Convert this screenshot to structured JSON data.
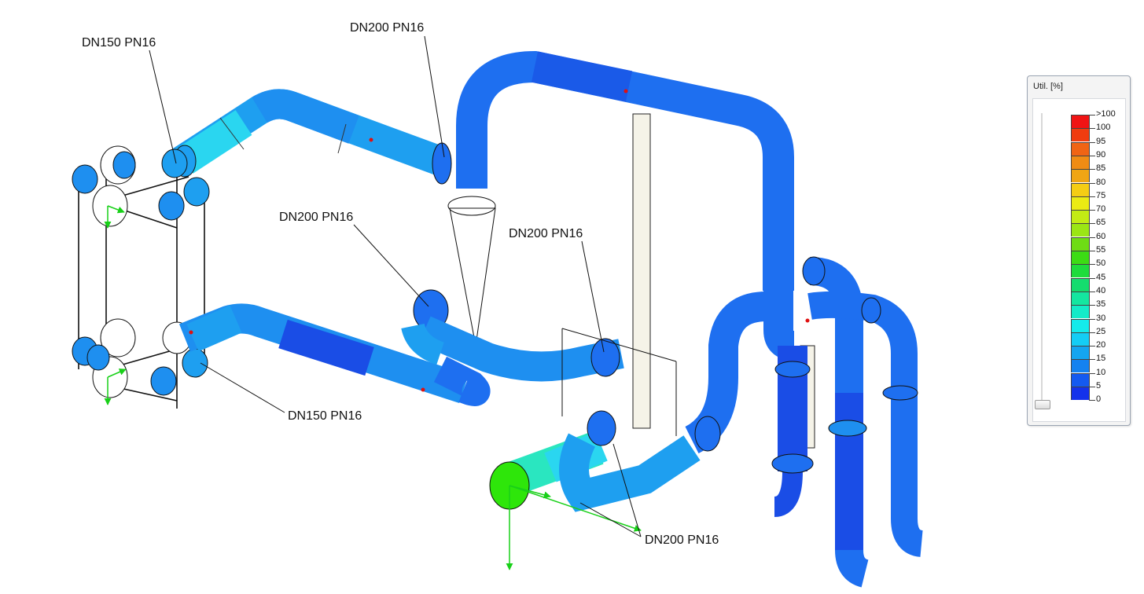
{
  "callouts": {
    "dn150_top": "DN150 PN16",
    "dn200_top": "DN200 PN16",
    "dn200_mid": "DN200 PN16",
    "dn200_right": "DN200 PN16",
    "dn150_bottom": "DN150 PN16",
    "dn200_bottom": "DN200 PN16"
  },
  "legend": {
    "title": "Util. [%]",
    "levels": [
      {
        "label": ">100",
        "color": "#f01414"
      },
      {
        "label": "100",
        "color": "#f03c0f"
      },
      {
        "label": "95",
        "color": "#f06414"
      },
      {
        "label": "90",
        "color": "#f08c14"
      },
      {
        "label": "85",
        "color": "#f0a514"
      },
      {
        "label": "80",
        "color": "#f5cd14"
      },
      {
        "label": "75",
        "color": "#ebeb14"
      },
      {
        "label": "70",
        "color": "#c3eb14"
      },
      {
        "label": "65",
        "color": "#9be614"
      },
      {
        "label": "60",
        "color": "#6edc14"
      },
      {
        "label": "55",
        "color": "#3cdc14"
      },
      {
        "label": "50",
        "color": "#1edc3c"
      },
      {
        "label": "45",
        "color": "#14dc6e"
      },
      {
        "label": "40",
        "color": "#14e6a0"
      },
      {
        "label": "35",
        "color": "#14ebc8"
      },
      {
        "label": "30",
        "color": "#14ebeb"
      },
      {
        "label": "25",
        "color": "#14cdf5"
      },
      {
        "label": "20",
        "color": "#14a5f0"
      },
      {
        "label": "15",
        "color": "#1482f0"
      },
      {
        "label": "10",
        "color": "#145af0"
      },
      {
        "label": "5",
        "color": "#1432eb"
      },
      {
        "label": "0",
        "color": ""
      }
    ]
  },
  "colors": {
    "pipe_dark": "#1a4de6",
    "pipe_mid": "#1e6ff0",
    "pipe_light": "#1e9ff0",
    "pipe_cyan": "#2ad6f0",
    "pipe_green": "#2ee60a",
    "support_arrow": "#18d018",
    "restraint_red": "#e01010"
  }
}
